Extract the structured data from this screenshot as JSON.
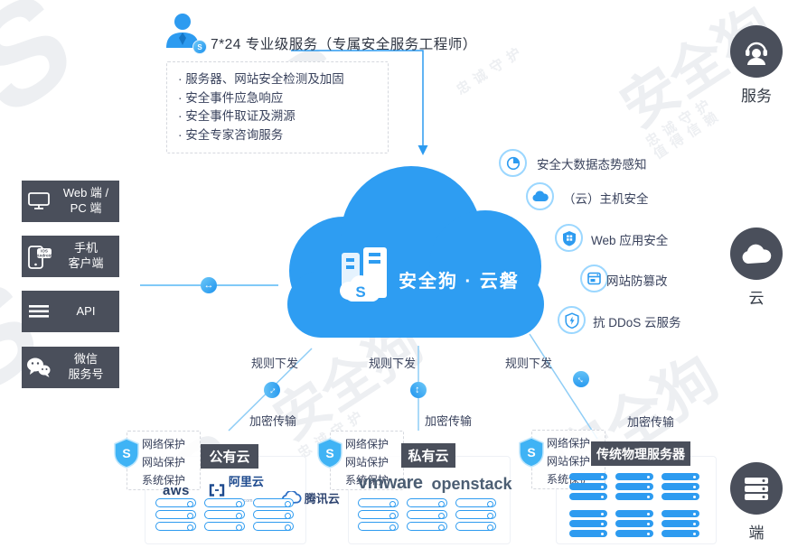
{
  "watermark": {
    "brand": "安全狗",
    "slogan1": "忠诚守护",
    "slogan2": "值得信赖",
    "logo_letter": "S"
  },
  "icons": {
    "transfer_arrow": "↔"
  },
  "service_header": {
    "badge_letter": "S",
    "title": "7*24 专业级服务（专属安全服务工程师）",
    "bullets": [
      "· 服务器、网站安全检测及加固",
      "· 安全事件应急响应",
      "· 安全事件取证及溯源",
      "· 安全专家咨询服务"
    ]
  },
  "channels": [
    {
      "label": "Web 端 /\nPC 端"
    },
    {
      "label": "手机\n客户端",
      "bubble": "iOS\nAndroid"
    },
    {
      "label": "API"
    },
    {
      "label": "微信\n服务号"
    }
  ],
  "cloud": {
    "title": "安全狗 · 云磐",
    "logo_letter": "S"
  },
  "features": [
    {
      "label": "安全大数据态势感知"
    },
    {
      "label": "（云）主机安全"
    },
    {
      "label": "Web 应用安全"
    },
    {
      "label": "网站防篡改"
    },
    {
      "label": "抗 DDoS 云服务"
    }
  ],
  "rail": [
    {
      "label": "服务"
    },
    {
      "label": "云"
    },
    {
      "label": "端"
    }
  ],
  "link_labels": {
    "rule": "规则下发",
    "encrypt": "加密传输"
  },
  "protection": {
    "badge_letter": "S",
    "lines": "网络保护\n网站保护\n系统保护"
  },
  "groups": [
    {
      "label": "公有云",
      "logos": {
        "aws": "aws",
        "aliyun": "阿里云",
        "aliyun_sub": "aliyun.com",
        "tencent": "腾讯云"
      },
      "rack": {
        "stacks": 1,
        "rows": 3,
        "cols": 3,
        "style": "outline"
      }
    },
    {
      "label": "私有云",
      "logos": {
        "vmware": "vmware",
        "openstack": "openstack"
      },
      "rack": {
        "stacks": 1,
        "rows": 3,
        "cols": 3,
        "style": "outline"
      }
    },
    {
      "label": "传统物理服务器",
      "rack": {
        "stacks": 2,
        "rows": 3,
        "cols": 3,
        "style": "solid"
      }
    }
  ],
  "colors": {
    "primary": "#2D9BF0",
    "dark": "#4A4F5B",
    "text": "#39425C",
    "line_light": "#8FCDF6"
  }
}
